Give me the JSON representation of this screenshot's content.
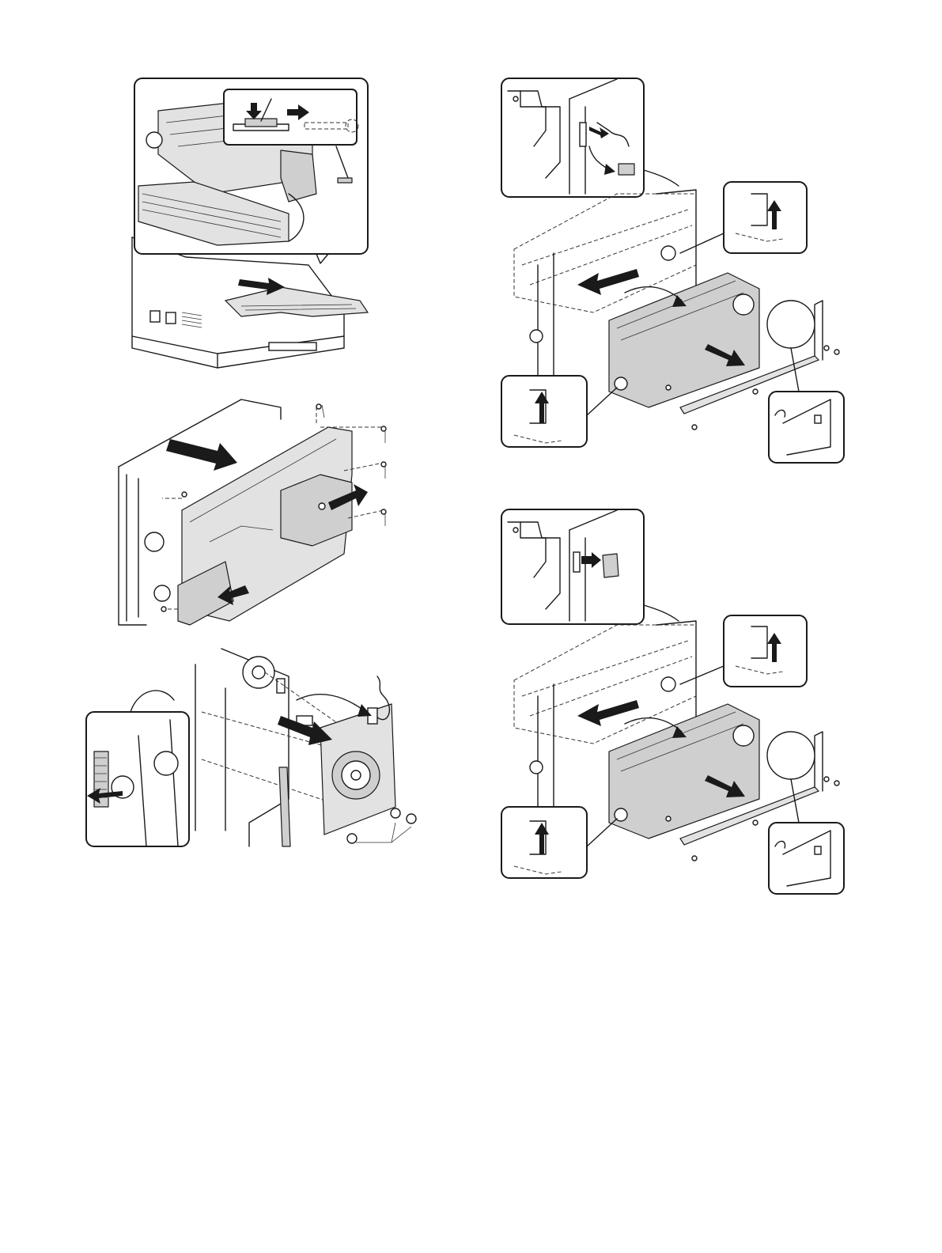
{
  "page": {
    "figures": [
      {
        "id": "fig-1",
        "icon": "fuser-and-tray-removal-illustration"
      },
      {
        "id": "fig-2",
        "icon": "rear-cover-removal-illustration"
      },
      {
        "id": "fig-3",
        "icon": "drive-motor-removal-illustration"
      },
      {
        "id": "fig-4",
        "icon": "duplex-unit-removal-illustration"
      },
      {
        "id": "fig-5",
        "icon": "duplex-unit-removal-illustration-alt"
      }
    ]
  }
}
